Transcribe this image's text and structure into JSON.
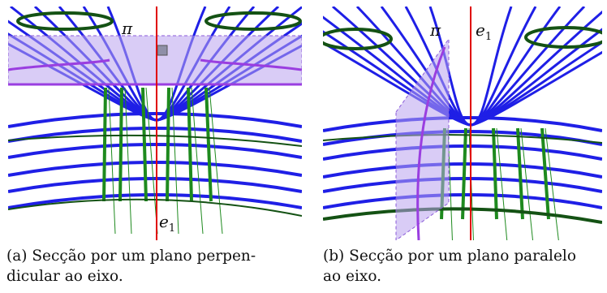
{
  "panel_a": {
    "plane_label": "π",
    "axis_label": "e",
    "axis_subscript": "1",
    "caption_line1": "(a) Secção por um plano perpen-",
    "caption_line2": "dicular ao eixo."
  },
  "panel_b": {
    "plane_label": "π",
    "axis_label": "e",
    "axis_subscript": "1",
    "caption_line1": "(b) Secção por um plano paralelo",
    "caption_line2": "ao eixo."
  },
  "colors": {
    "blue_curves": "#1f1fe6",
    "green_curves": "#1e8a1e",
    "dark_green": "#145214",
    "axis": "#e00000",
    "plane_fill": "#b9a2ee",
    "plane_edge": "#8a5ad8",
    "plane_band": "#9a3ee0"
  }
}
